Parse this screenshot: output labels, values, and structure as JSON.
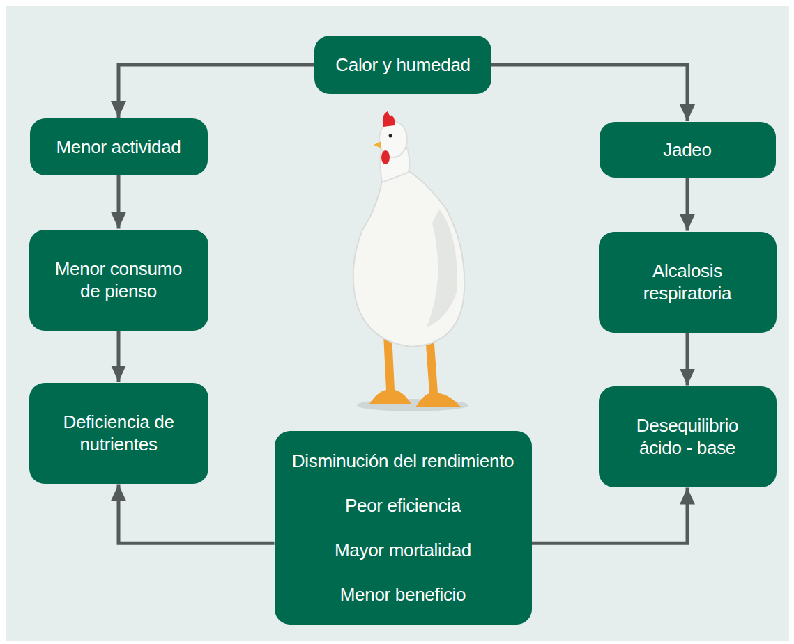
{
  "diagram": {
    "nodes": [
      {
        "text": [
          "Calor y humedad"
        ]
      },
      {
        "text": [
          "Menor actividad"
        ]
      },
      {
        "text": [
          "Jadeo"
        ]
      },
      {
        "text": [
          "Menor consumo de pienso"
        ]
      },
      {
        "text": [
          "Alcalosis respiratoria"
        ]
      },
      {
        "text": [
          "Deficiencia de nutrientes"
        ]
      },
      {
        "text": [
          "Desequilibrio ácido - base"
        ]
      },
      {
        "text": [
          "Disminución del rendimiento",
          "Peor eficiencia",
          "Mayor mortalidad",
          "Menor beneficio"
        ]
      }
    ],
    "edges": [
      {
        "from": 0,
        "to": 1,
        "arrow": "to"
      },
      {
        "from": 0,
        "to": 2,
        "arrow": "to"
      },
      {
        "from": 1,
        "to": 3,
        "arrow": "to"
      },
      {
        "from": 3,
        "to": 5,
        "arrow": "to"
      },
      {
        "from": 2,
        "to": 4,
        "arrow": "to"
      },
      {
        "from": 4,
        "to": 6,
        "arrow": "to"
      },
      {
        "from": 7,
        "to": 5,
        "arrow": "to"
      },
      {
        "from": 7,
        "to": 6,
        "arrow": "to"
      }
    ]
  }
}
